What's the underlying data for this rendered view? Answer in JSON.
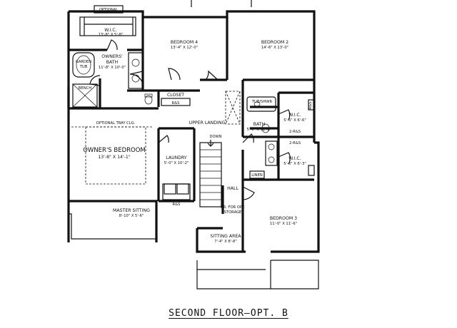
{
  "title": "SECOND FLOOR–OPT. B",
  "labels": {
    "optional": "OPTIONAL",
    "wic_top_name": "W.I.C.",
    "wic_top_dims": "13'-8\" X 5'-8\"",
    "owners_bath_1": "OWNERS'",
    "owners_bath_2": "BATH",
    "owners_bath_dims": "11'-8\" X 10'-0\"",
    "garden_tub_1": "GARDEN",
    "garden_tub_2": "TUB",
    "bench": "BENCH",
    "bedroom4_name": "BEDROOM 4",
    "bedroom4_dims": "13'-4\" X 12'-0\"",
    "bedroom2_name": "BEDROOM 2",
    "bedroom2_dims": "14'-6\" X 13'-0\"",
    "closet": "CLOSET",
    "closet_rs": "R&S",
    "upper_landing": "UPPER LANDING",
    "tub_shwr": "TUB/SHWR",
    "rs_right": "R&S",
    "wic_mid_name": "W.I.C.",
    "wic_mid_dims": "5'-6\" X 6'-6\"",
    "two_rs_a": "2-R&S",
    "two_rs_b": "2-R&S",
    "bath_name": "BATH",
    "bath_dims": "5'-0\" X 11'-2\"",
    "optional_tray": "OPTIONAL TRAY CLG.",
    "owners_bedroom_1": "OWNER'S BEDROOM",
    "owners_bedroom_2": "13'-8\" X 14'-1\"",
    "laundry_name": "LAUNDRY",
    "laundry_dims": "5'-0\" X 10'-2\"",
    "down": "DOWN",
    "wic_low_name": "W.I.C.",
    "wic_low_dims": "5'-6\" X 6'-3\"",
    "linen": "LINEN",
    "hall": "HALL",
    "rs_laundry": "R&S",
    "master_sitting_1": "MASTER SITTING",
    "master_sitting_2": "8'-10\" X 5'-6\"",
    "attic_1": "DR. FOR OPT.",
    "attic_2": "STORAGE",
    "bedroom3_name": "BEDROOM 3",
    "bedroom3_dims": "11'-0\" X 11'-6\"",
    "sitting_area_1": "SITTING AREA",
    "sitting_area_2": "7'-4\" X 8'-8\""
  }
}
